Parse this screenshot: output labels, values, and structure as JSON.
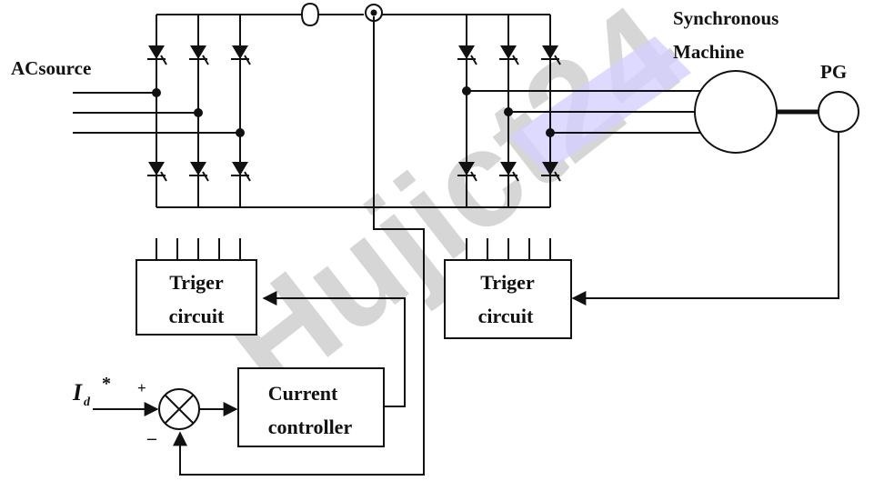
{
  "labels": {
    "ac_source": "ACsource",
    "synchronous_machine_line1": "Synchronous",
    "synchronous_machine_line2": "Machine",
    "pg": "PG",
    "trigger_left_line1": "Triger",
    "trigger_left_line2": "circuit",
    "trigger_right_line1": "Triger",
    "trigger_right_line2": "circuit",
    "current_controller_line1": "Current",
    "current_controller_line2": "controller",
    "reference_symbol": "I",
    "reference_subscript": "d",
    "reference_star": "*",
    "sum_plus": "+",
    "sum_minus": "–"
  },
  "watermark": {
    "text": "Hujict24",
    "color": "#c9c9c9",
    "accent_color": "#c8c0ff"
  },
  "colors": {
    "line": "#111111",
    "background": "#ffffff"
  }
}
